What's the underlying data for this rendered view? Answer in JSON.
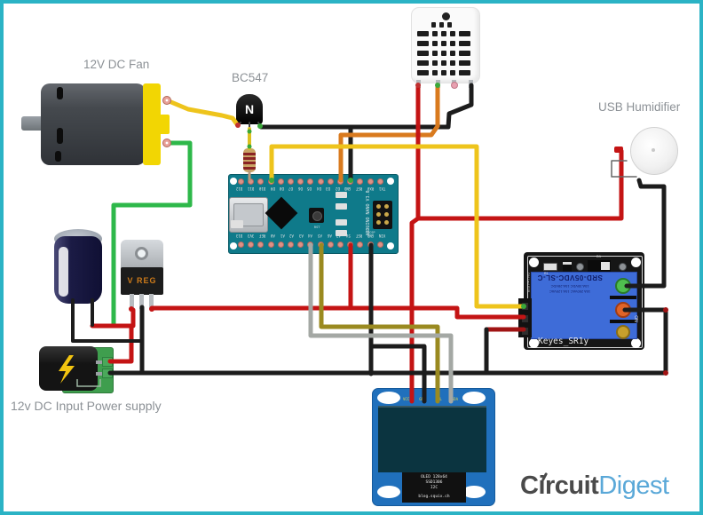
{
  "labels": {
    "fan": "12V DC Fan",
    "transistor": "BC547",
    "humidifier": "USB Humidifier",
    "power_supply": "12v DC Input Power supply"
  },
  "arduino": {
    "board_text": "ARDUINO NANO V3.0",
    "icsp_label": "ICSP",
    "usb_label": "USB",
    "rst_label": "RST",
    "top_pins": [
      "D12",
      "D11",
      "D10",
      "D9",
      "D8",
      "D7",
      "D6",
      "D5",
      "D4",
      "D3",
      "D2",
      "GND",
      "RST",
      "RX0",
      "TX1"
    ],
    "bottom_pins": [
      "D13",
      "3V3",
      "REF",
      "A0",
      "A1",
      "A2",
      "A3",
      "A4",
      "A5",
      "A6",
      "A7",
      "5V",
      "RST",
      "GND",
      "VIN"
    ]
  },
  "relay": {
    "part_number": "SRD-05VDC-SL-C",
    "rating_line1": "10A 250VAC 10A 125VAC",
    "rating_line2": "10A 30VDC 10A 28VDC",
    "board_label": "Keyes_SR1y",
    "side_label": "ON Led S1P",
    "r1_label": "R1",
    "d1_label": "D1",
    "on_label": "ON"
  },
  "oled": {
    "pin_labels": [
      "VCC",
      "GND",
      "SCL",
      "SDA"
    ],
    "info_lines": [
      "OLED 128x64",
      "SSD1306",
      "I2C"
    ],
    "credit": "blog.squix.ch"
  },
  "regulator": {
    "label": "V REG"
  },
  "logo": {
    "part1": "Circuit",
    "part2": "Digest"
  },
  "colors": {
    "border": "#2bb3c5",
    "wire_red": "#c41414",
    "wire_black": "#1c1c1c",
    "wire_yellow": "#eec41c",
    "wire_orange": "#d97a1e",
    "wire_green": "#2eb84a",
    "wire_olive": "#9a8a20",
    "wire_gray": "#a4a8a4",
    "arduino_teal": "#0f7a8a",
    "relay_blue": "#3e6cd8",
    "oled_blue": "#2070bc",
    "logo_gray": "#4a4a4a",
    "logo_blue": "#5aa8d8"
  }
}
